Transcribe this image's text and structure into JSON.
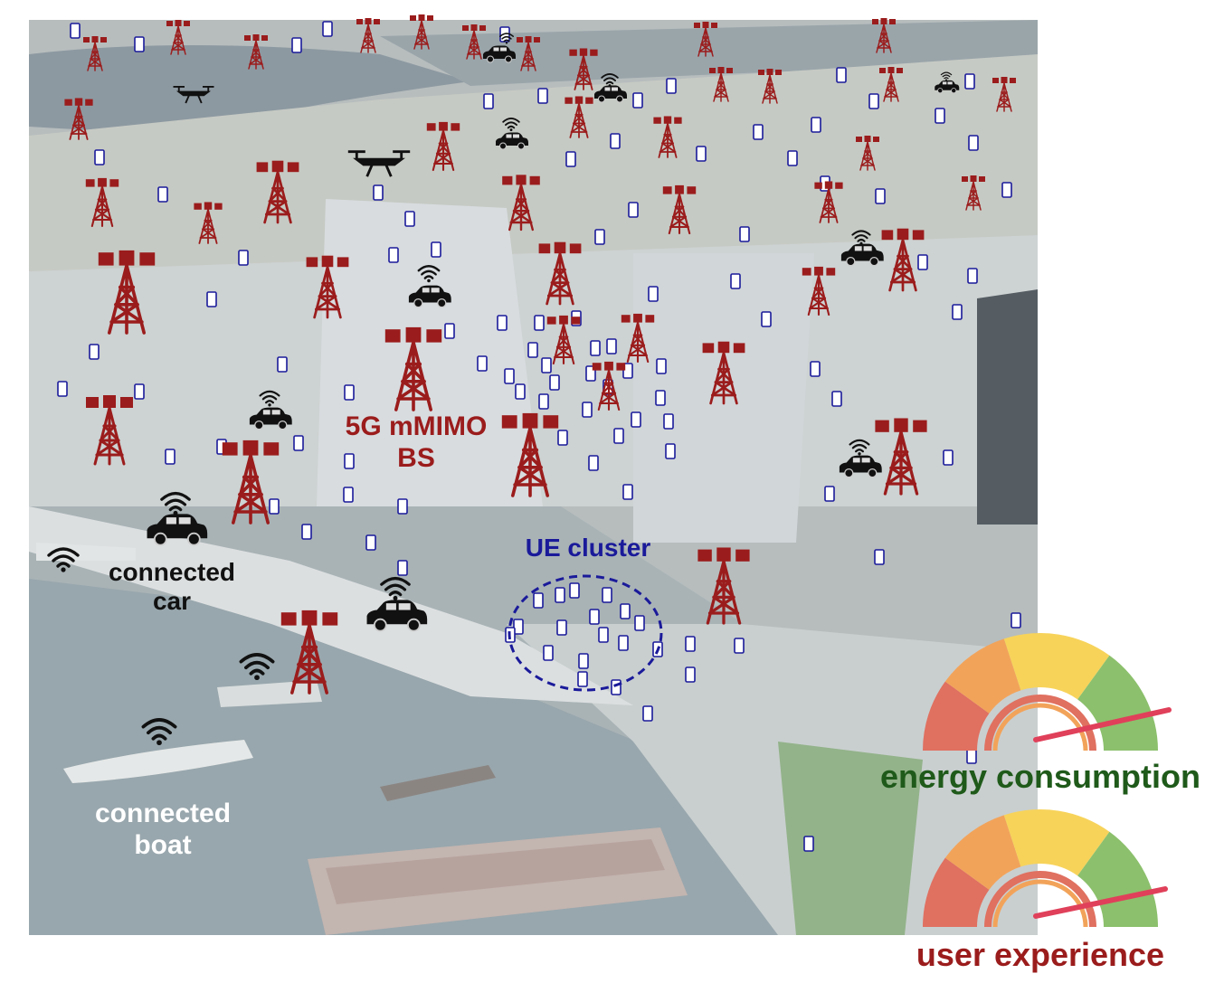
{
  "labels": {
    "bs_line1": "5G mMIMO",
    "bs_line2": "BS",
    "cluster": "UE  cluster",
    "car_line1": "connected",
    "car_line2": "car",
    "boat_line1": "connected",
    "boat_line2": "boat",
    "gauge_energy": "energy consumption",
    "gauge_ux": "user experience"
  },
  "icons": {
    "base_station": "cell-tower-icon",
    "ue": "smartphone-icon",
    "car": "connected-car-icon",
    "drone": "drone-icon",
    "wifi": "wifi-signal-icon",
    "gauge": "gauge-meter-icon"
  },
  "colors": {
    "tower": "#9b1c1c",
    "ue_outline": "#1a1a9a",
    "car": "#111111",
    "gauge_red": "#e07060",
    "gauge_orange": "#f2a35a",
    "gauge_yellow": "#f7d35a",
    "gauge_green": "#8cc06c",
    "needle": "#e0405a"
  },
  "gauges": [
    {
      "name": "energy consumption",
      "needle_fraction": 0.9
    },
    {
      "name": "user experience",
      "needle_fraction": 0.9
    }
  ]
}
